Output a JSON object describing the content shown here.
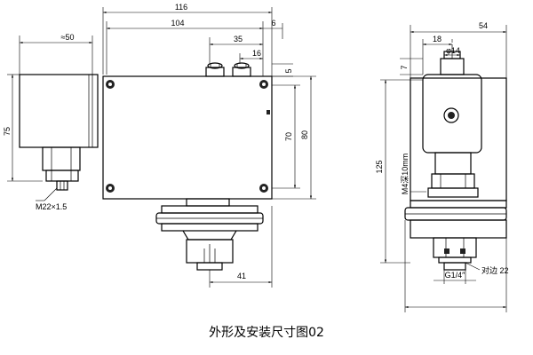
{
  "title": "外形及安装尺寸图02",
  "dimensions": {
    "width_total": "116",
    "width_body": "104",
    "offset_right": "6",
    "conn_span": "35",
    "conn_small": "16",
    "top_gap": "5",
    "approx_50": "≈50",
    "height_75": "75",
    "height_70": "70",
    "height_80": "80",
    "bottom_41": "41",
    "side_width": "54",
    "side_18": "18",
    "side_hole": "φ14",
    "side_7": "7",
    "side_height": "125",
    "screw_label": "M4深10mm",
    "thread_left": "M22×1.5",
    "thread_bottom": "G1/4″",
    "across_flats": "对边 22"
  }
}
